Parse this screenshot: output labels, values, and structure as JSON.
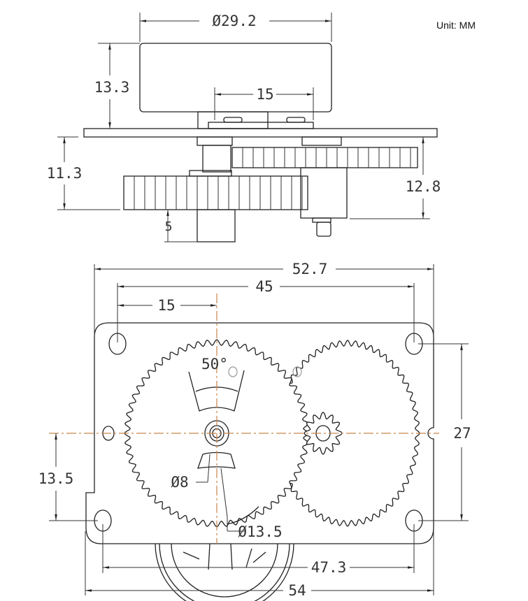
{
  "unit_label": "Unit: MM",
  "top_view": {
    "dim_diameter": "Ø29.2",
    "dim_motor_height": "13.3",
    "dim_shaft_spacing": "15",
    "dim_gear_height": "11.3",
    "dim_output_height": "12.8",
    "dim_hub": "5"
  },
  "front_view": {
    "dim_overall_width": "52.7",
    "dim_hole_spacing": "45",
    "dim_shaft_offset": "15",
    "dim_angle": "50°",
    "dim_vertical_holes": "27",
    "dim_half_height": "13.5",
    "dim_bore": "Ø8",
    "dim_hub_diameter": "Ø13.5",
    "dim_bottom_hole_spacing": "47.3",
    "dim_base_width": "54"
  },
  "gears": {
    "large_teeth": 60,
    "second_teeth": 56,
    "pinion_teeth": 12
  },
  "colors": {
    "line": "#222222",
    "centerline": "#c8864a"
  }
}
